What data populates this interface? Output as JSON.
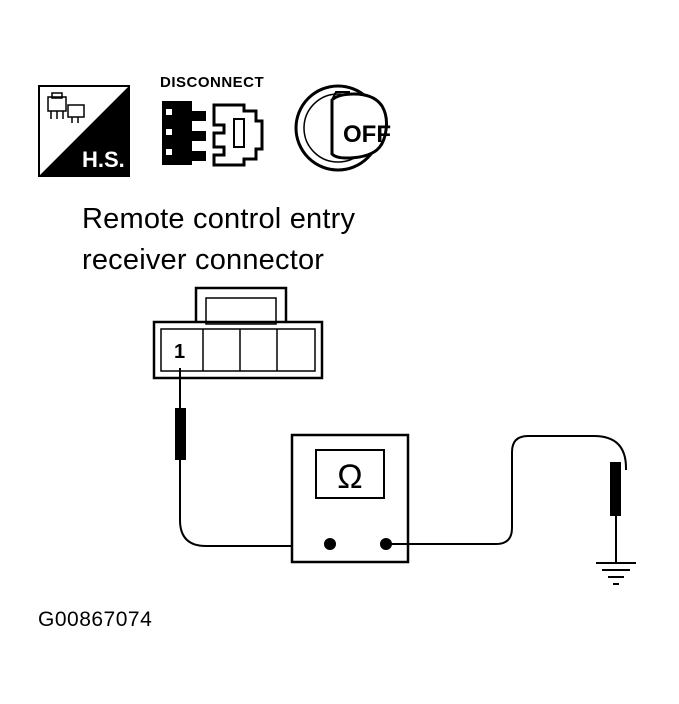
{
  "icons": {
    "harness_icon": {
      "label": "H.S."
    },
    "disconnect_icon": {
      "label": "DISCONNECT"
    },
    "ignition_icon": {
      "label": "OFF"
    }
  },
  "title": {
    "line1": "Remote control entry",
    "line2": "receiver connector"
  },
  "connector": {
    "terminal_label": "1"
  },
  "meter": {
    "symbol": "Ω"
  },
  "figure_id": "G00867074"
}
